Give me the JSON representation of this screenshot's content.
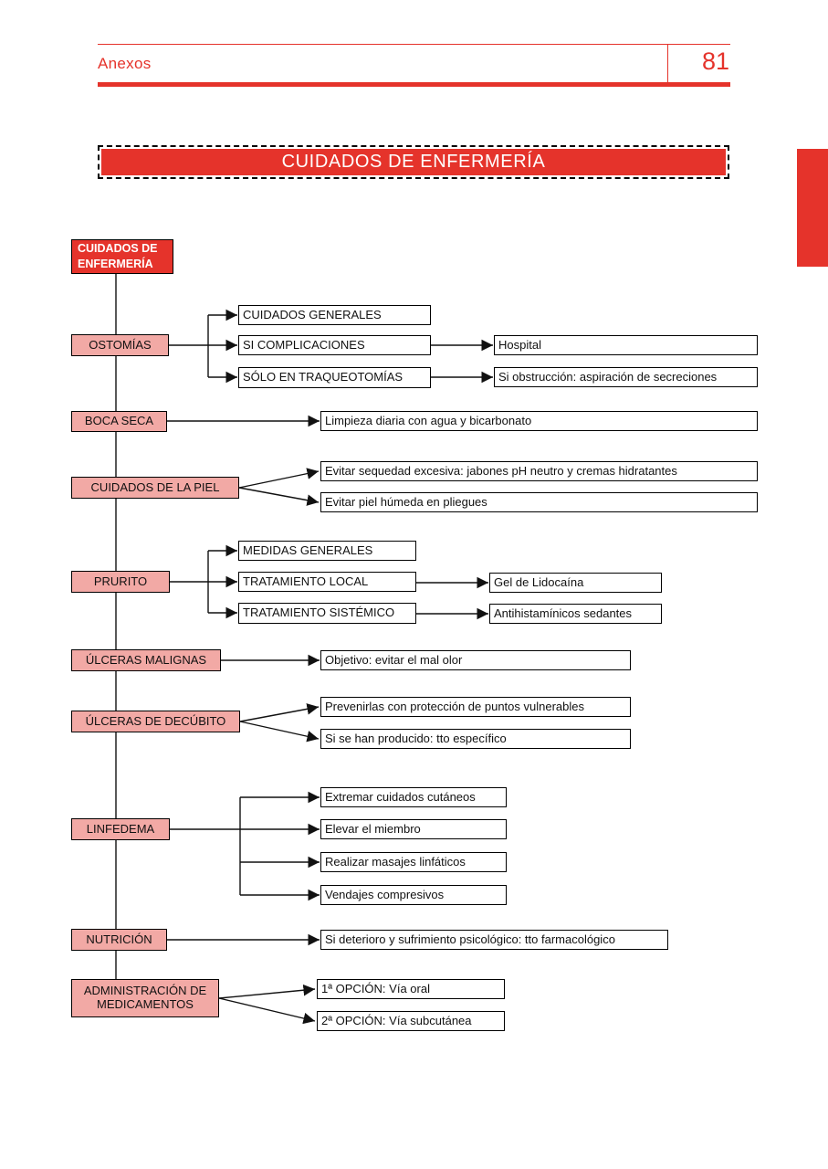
{
  "theme": {
    "accent": "#e5332b",
    "pink": "#f2a9a5",
    "wire": "#111111"
  },
  "header": {
    "section": "Anexos",
    "page_number": "81"
  },
  "banner": {
    "title": "CUIDADOS DE ENFERMERÍA"
  },
  "diagram": {
    "root": {
      "label": "CUIDADOS DE ENFERMERÍA"
    },
    "branches": [
      {
        "label": "OSTOMÍAS",
        "children": [
          {
            "label": "CUIDADOS GENERALES"
          },
          {
            "label": "SI COMPLICACIONES",
            "children": [
              {
                "label": "Hospital"
              }
            ]
          },
          {
            "label": "SÓLO EN TRAQUEOTOMÍAS",
            "children": [
              {
                "label": "Si obstrucción: aspiración de secreciones"
              }
            ]
          }
        ]
      },
      {
        "label": "BOCA SECA",
        "children": [
          {
            "label": "Limpieza diaria con agua y bicarbonato"
          }
        ]
      },
      {
        "label": "CUIDADOS DE LA PIEL",
        "children": [
          {
            "label": "Evitar sequedad excesiva: jabones pH neutro y cremas hidratantes"
          },
          {
            "label": "Evitar piel húmeda en pliegues"
          }
        ]
      },
      {
        "label": "PRURITO",
        "children": [
          {
            "label": "MEDIDAS GENERALES"
          },
          {
            "label": "TRATAMIENTO LOCAL",
            "children": [
              {
                "label": "Gel de Lidocaína"
              }
            ]
          },
          {
            "label": "TRATAMIENTO SISTÉMICO",
            "children": [
              {
                "label": "Antihistamínicos sedantes"
              }
            ]
          }
        ]
      },
      {
        "label": "ÚLCERAS MALIGNAS",
        "children": [
          {
            "label": "Objetivo: evitar el mal olor"
          }
        ]
      },
      {
        "label": "ÚLCERAS DE DECÚBITO",
        "children": [
          {
            "label": "Prevenirlas con protección de puntos vulnerables"
          },
          {
            "label": "Si se han producido: tto específico"
          }
        ]
      },
      {
        "label": "LINFEDEMA",
        "children": [
          {
            "label": "Extremar cuidados cutáneos"
          },
          {
            "label": "Elevar el miembro"
          },
          {
            "label": "Realizar masajes linfáticos"
          },
          {
            "label": "Vendajes compresivos"
          }
        ]
      },
      {
        "label": "NUTRICIÓN",
        "children": [
          {
            "label": "Si deterioro y sufrimiento psicológico: tto farmacológico"
          }
        ]
      },
      {
        "label": "ADMINISTRACIÓN DE MEDICAMENTOS",
        "children": [
          {
            "label": "1ª OPCIÓN: Vía oral"
          },
          {
            "label": "2ª OPCIÓN: Vía subcutánea"
          }
        ]
      }
    ]
  }
}
